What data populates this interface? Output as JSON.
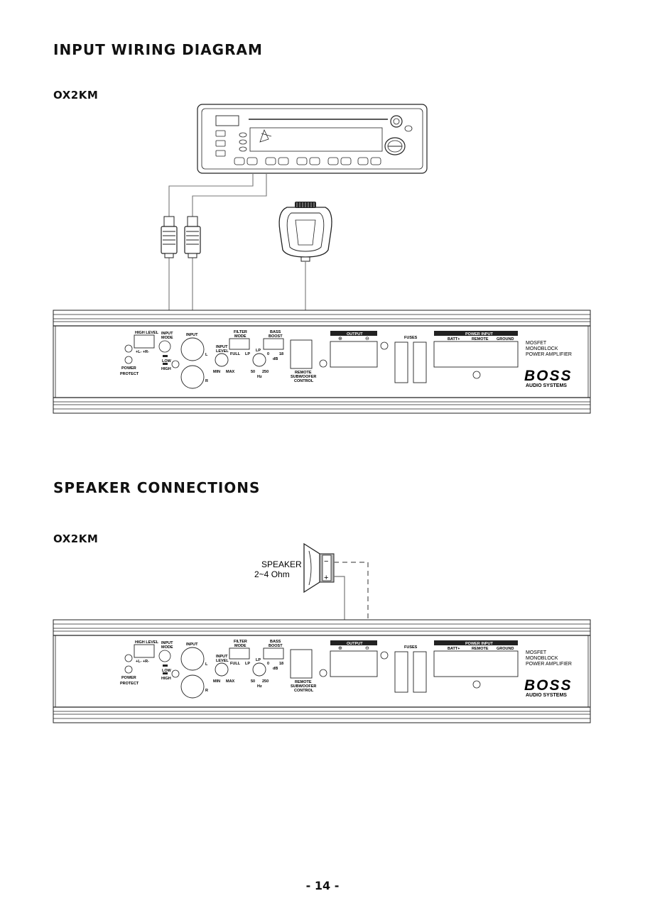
{
  "section1": {
    "title": "INPUT WIRING DIAGRAM",
    "model": "OX2KM"
  },
  "section2": {
    "title": "SPEAKER CONNECTIONS",
    "model": "OX2KM"
  },
  "speaker": {
    "label": "SPEAKER",
    "impedance": "2~4 Ohm",
    "minus": "−",
    "plus": "+"
  },
  "amp": {
    "high_level": "HIGH LEVEL",
    "high_level_sub": "+L- +R-",
    "power": "POWER",
    "protect": "PROTECT",
    "input_mode": "INPUT",
    "input_mode2": "MODE",
    "low": "LOW",
    "high": "HIGH",
    "input": "INPUT",
    "ch_l": "L",
    "ch_r": "R",
    "input_level": "INPUT",
    "input_level2": "LEVEL",
    "min": "MIN",
    "max": "MAX",
    "filter_mode": "FILTER",
    "filter_mode2": "MODE",
    "full": "FULL",
    "lp": "LP",
    "freq_50": "50",
    "freq_250": "250",
    "hz": "Hz",
    "bass_boost": "BASS",
    "bass_boost2": "BOOST",
    "db_0": "0",
    "db_18": "18",
    "db": "dB",
    "remote1": "REMOTE",
    "remote2": "SUBWOOFER",
    "remote3": "CONTROL",
    "output": "OUTPUT",
    "out_plus": "⊕",
    "out_minus": "⊖",
    "fuses": "FUSES",
    "power_input": "POWER INPUT",
    "batt": "BATT+",
    "remote_term": "REMOTE",
    "ground": "GROUND",
    "desc1": "MOSFET",
    "desc2": "MONOBLOCK",
    "desc3": "POWER AMPLIFIER",
    "brand": "BOSS",
    "brand_sub": "AUDIO SYSTEMS"
  },
  "page_number": "- 14 -"
}
